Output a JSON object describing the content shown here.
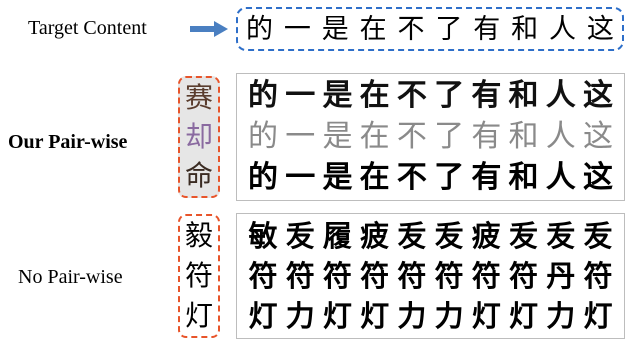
{
  "target": {
    "label": "Target Content",
    "chars": [
      "的",
      "一",
      "是",
      "在",
      "不",
      "了",
      "有",
      "和",
      "人",
      "这"
    ]
  },
  "ours": {
    "label": "Our Pair-wise",
    "reference": [
      "赛",
      "却",
      "命"
    ],
    "rows": [
      [
        "的",
        "一",
        "是",
        "在",
        "不",
        "了",
        "有",
        "和",
        "人",
        "这"
      ],
      [
        "的",
        "一",
        "是",
        "在",
        "不",
        "了",
        "有",
        "和",
        "人",
        "这"
      ],
      [
        "的",
        "一",
        "是",
        "在",
        "不",
        "了",
        "有",
        "和",
        "人",
        "这"
      ]
    ]
  },
  "no_pairwise": {
    "label": "No Pair-wise",
    "reference": [
      "毅",
      "符",
      "灯"
    ],
    "rows": [
      [
        "敏",
        "叐",
        "履",
        "疲",
        "叐",
        "叐",
        "疲",
        "叐",
        "叐",
        "叐"
      ],
      [
        "符",
        "符",
        "符",
        "符",
        "符",
        "符",
        "符",
        "符",
        "丹",
        "符"
      ],
      [
        "灯",
        "力",
        "灯",
        "灯",
        "力",
        "力",
        "灯",
        "灯",
        "力",
        "灯"
      ]
    ]
  },
  "colors": {
    "target_border": "#2e6fc9",
    "reference_border": "#e8542a",
    "arrow": "#4a7fc1"
  }
}
